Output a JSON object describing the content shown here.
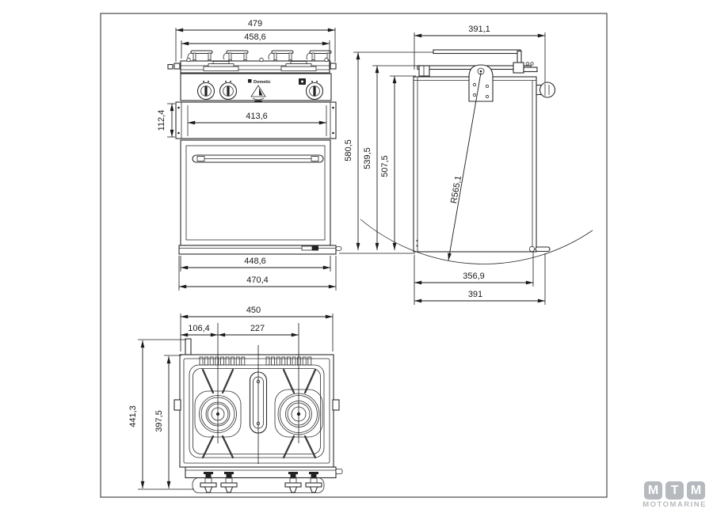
{
  "front_view": {
    "width_overall": "479",
    "width_grate": "458,6",
    "control_section_height": "112,4",
    "tray_inner_width": "413,6",
    "oven_width": "448,6",
    "base_width": "470,4",
    "height_overall": "580,5",
    "brand": "Dometic"
  },
  "side_view": {
    "depth_top": "391,1",
    "height_mid": "539,5",
    "height_body": "507,5",
    "swing_radius": "R565,1",
    "depth_base": "356,9",
    "depth_mount": "391"
  },
  "top_view": {
    "width_overall": "450",
    "burner_offset": "106,4",
    "burner_spacing": "227",
    "depth_overall": "441,3",
    "depth_body": "397,5"
  },
  "logo": {
    "letters": [
      "M",
      "T",
      "M"
    ],
    "subtitle": "MOTOMARINE"
  },
  "colors": {
    "line": "#2b2b2b",
    "dimension": "#1a1a1a",
    "logo_gray": "#b6babe",
    "background": "#ffffff"
  }
}
